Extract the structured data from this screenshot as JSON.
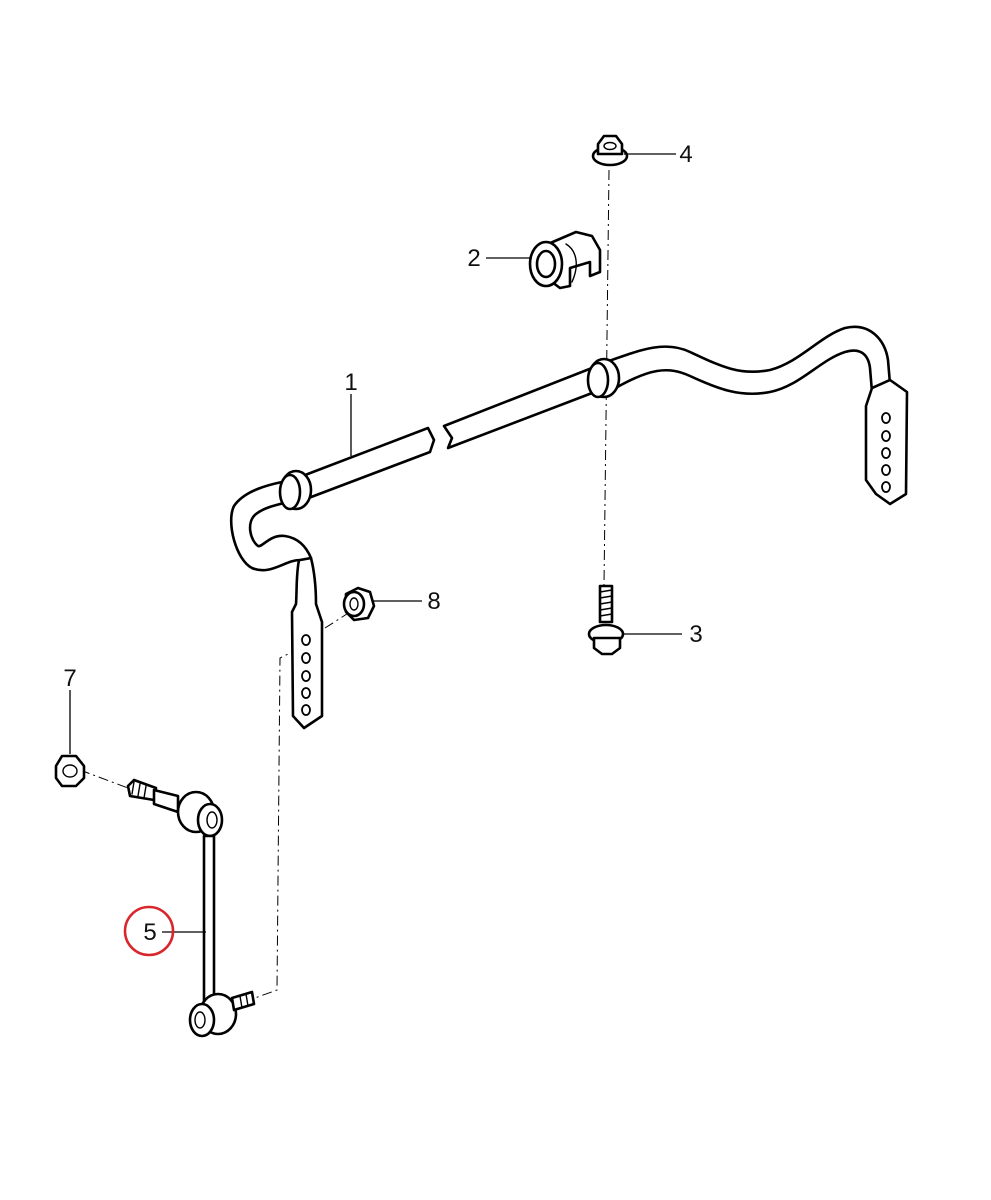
{
  "callouts": [
    {
      "id": "1",
      "label": "1"
    },
    {
      "id": "2",
      "label": "2"
    },
    {
      "id": "3",
      "label": "3"
    },
    {
      "id": "4",
      "label": "4"
    },
    {
      "id": "5",
      "label": "5"
    },
    {
      "id": "7",
      "label": "7"
    },
    {
      "id": "8",
      "label": "8"
    }
  ],
  "highlighted_callout": "5",
  "colors": {
    "line": "#000000",
    "background": "#ffffff",
    "highlight": "#d9262c"
  }
}
